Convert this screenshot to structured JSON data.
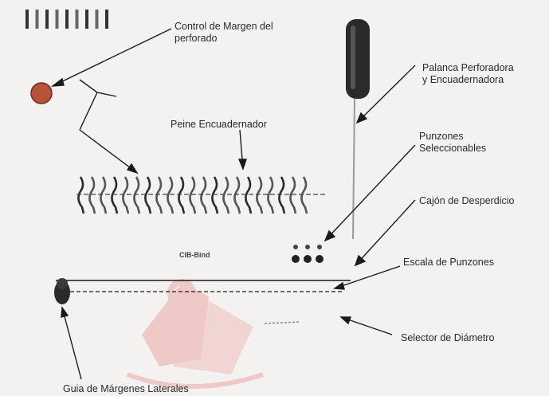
{
  "callouts": {
    "margin_control": {
      "line1": "Control de Margen del",
      "line2": "perforado"
    },
    "lever": {
      "line1": "Palanca Perforadora",
      "line2": "y Encuadernadora"
    },
    "comb": {
      "line1": "Peine Encuadernador"
    },
    "punches": {
      "line1": "Punzones",
      "line2": "Seleccionables"
    },
    "waste_drawer": {
      "line1": "Cajón de Desperdicio"
    },
    "punch_scale": {
      "line1": "Escala de Punzones"
    },
    "diameter_selector": {
      "line1": "Selector de Diámetro"
    },
    "side_margin_guide": {
      "line1": "Guia de Márgenes Laterales"
    }
  },
  "brand_text": "CIB-Bind",
  "colors": {
    "label": "#2a2a2a",
    "line": "#1a1a1a",
    "knob": "#b5523a",
    "watermark": "#e23b3b"
  }
}
